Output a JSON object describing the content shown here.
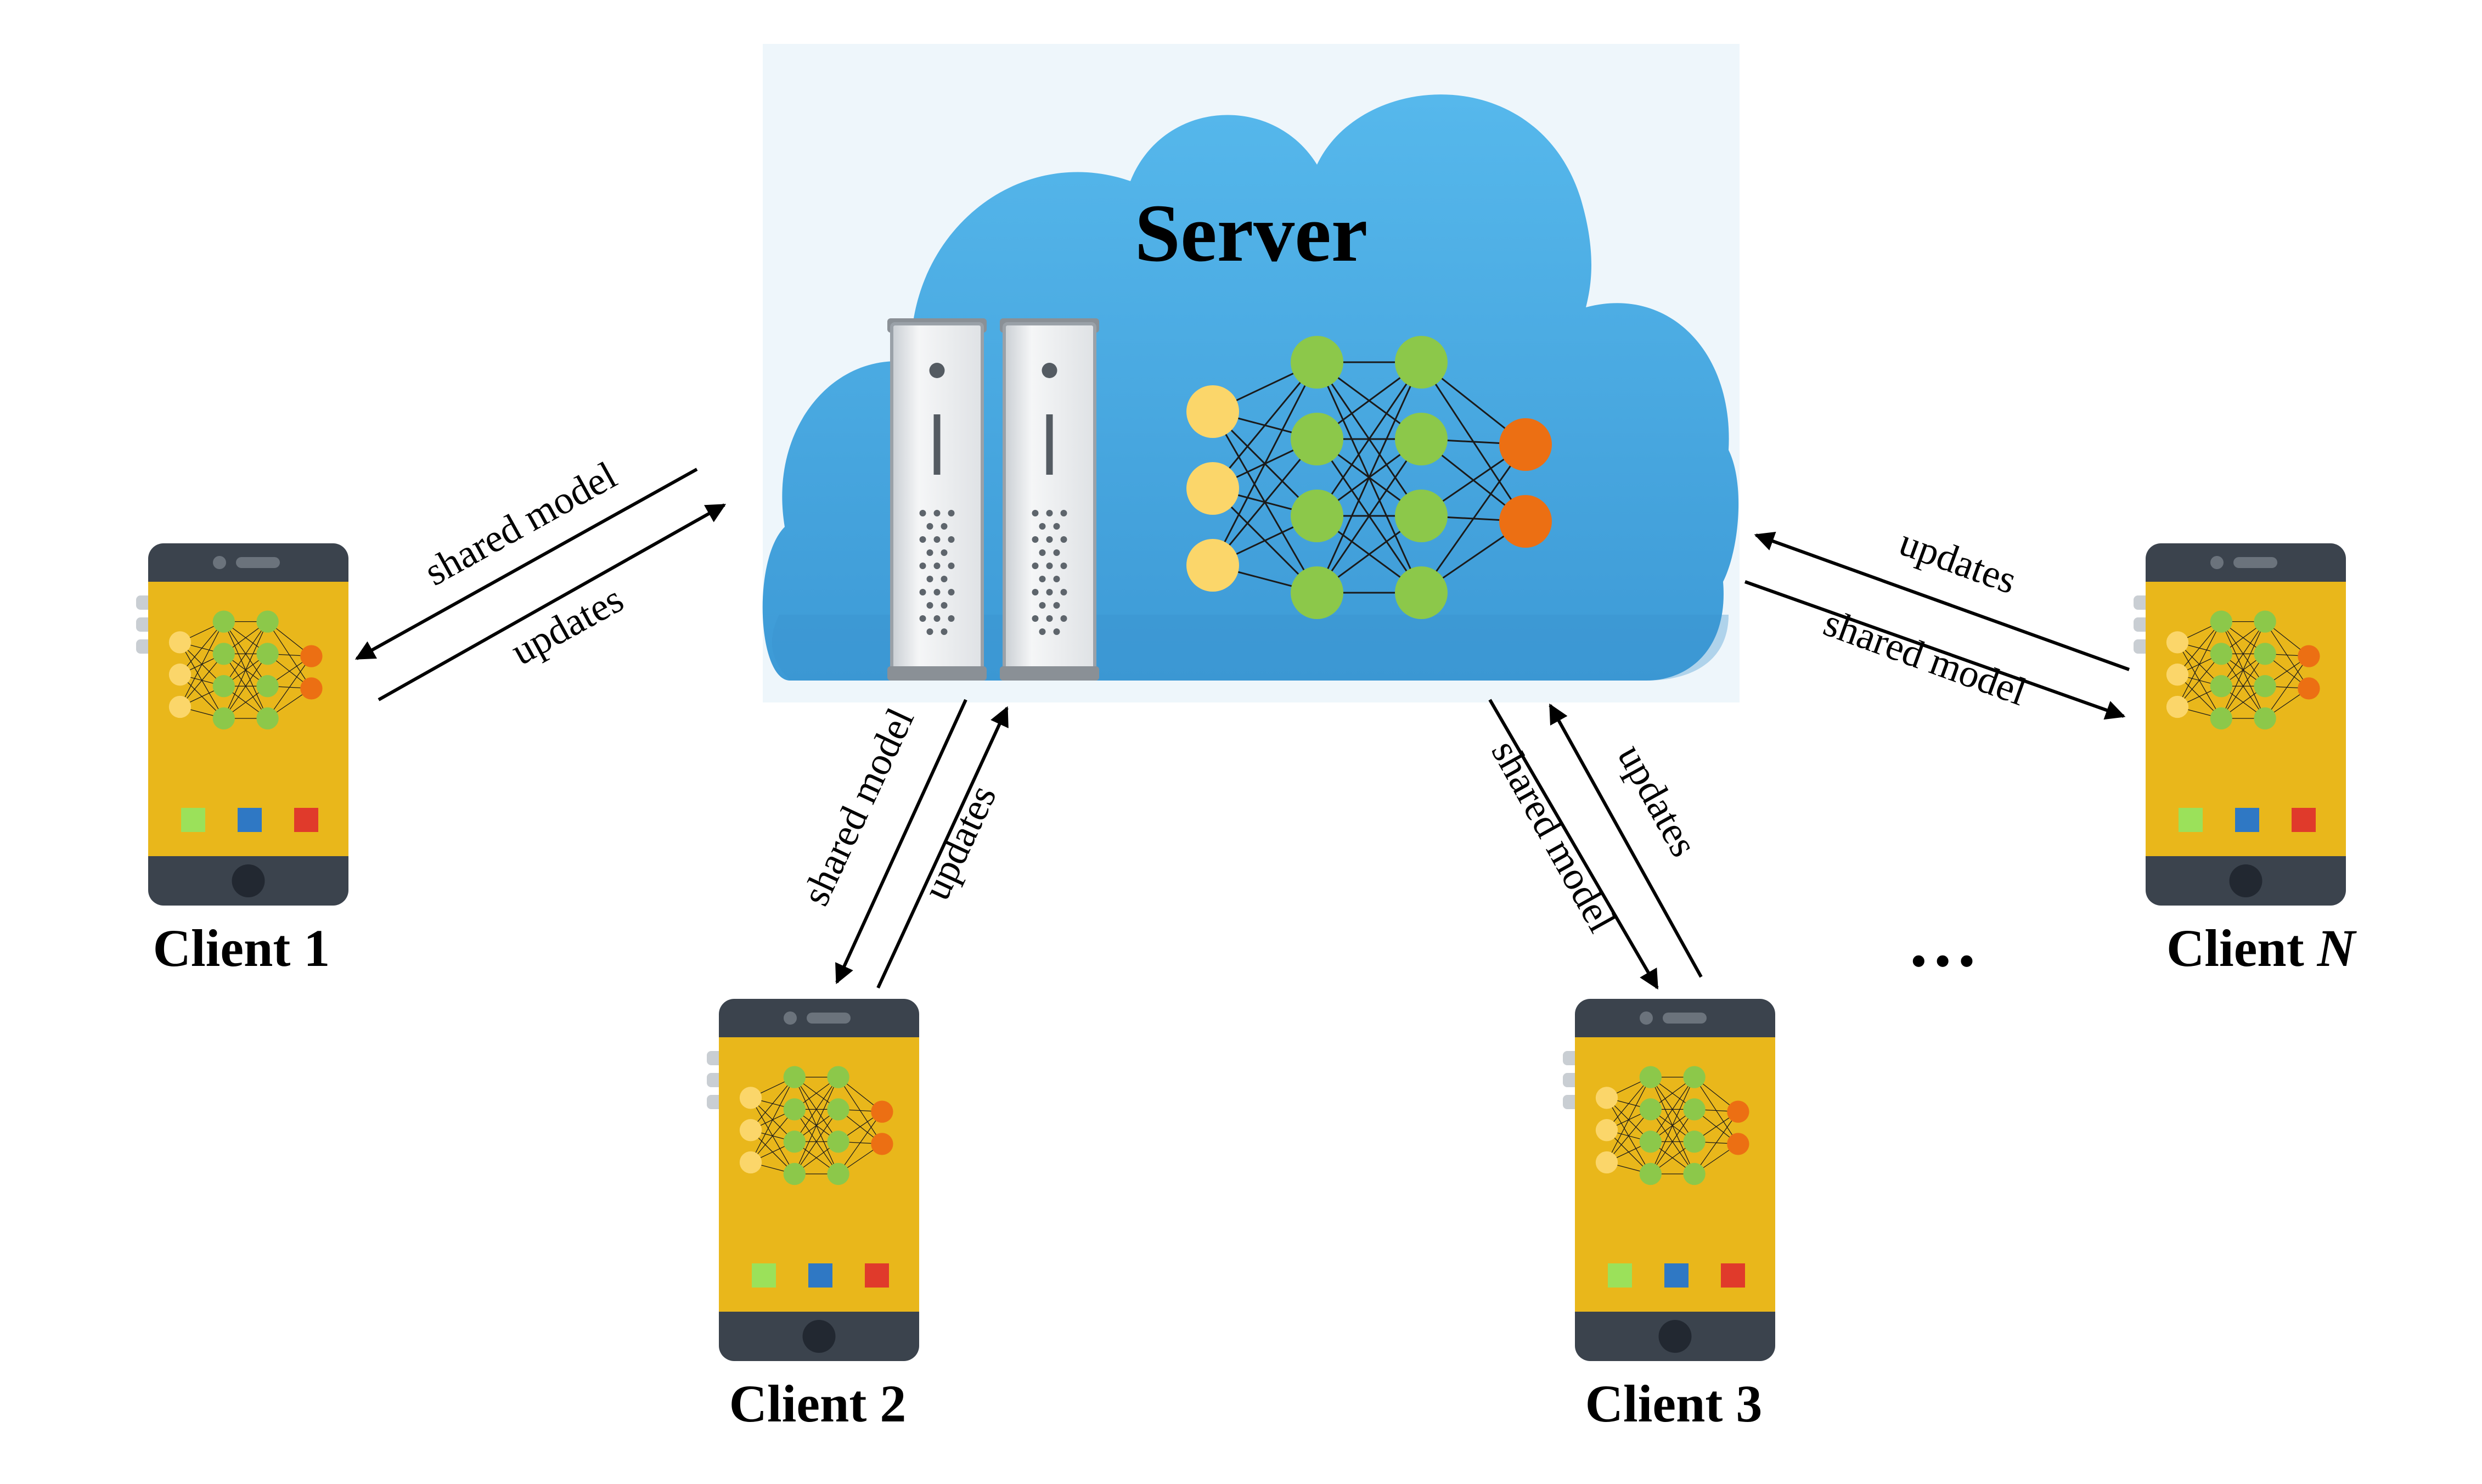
{
  "server": {
    "label": "Server"
  },
  "clients": [
    {
      "id": "client-1",
      "prefix": "Client",
      "suffix": "1",
      "suffix_italic": false
    },
    {
      "id": "client-2",
      "prefix": "Client",
      "suffix": "2",
      "suffix_italic": false
    },
    {
      "id": "client-3",
      "prefix": "Client",
      "suffix": "3",
      "suffix_italic": false
    },
    {
      "id": "client-n",
      "prefix": "Client",
      "suffix": "N",
      "suffix_italic": true
    }
  ],
  "links": {
    "shared_model": "shared model",
    "updates": "updates"
  },
  "ellipsis": "…",
  "colors": {
    "cloud": "#4cb0e6",
    "cloud_dark": "#3d9ad6",
    "phone_body": "#3b434d",
    "phone_screen": "#e9b71b",
    "input_node": "#fbd66a",
    "hidden_node": "#8cc84a",
    "output_node": "#ec6f13",
    "square_green": "#9be15a",
    "square_blue": "#2f78c4",
    "square_red": "#e03a2b"
  },
  "icons": {
    "cloud": "cloud-icon",
    "server_rack": "server-rack-icon",
    "neural_net": "neural-network-icon",
    "phone": "smartphone-icon"
  }
}
